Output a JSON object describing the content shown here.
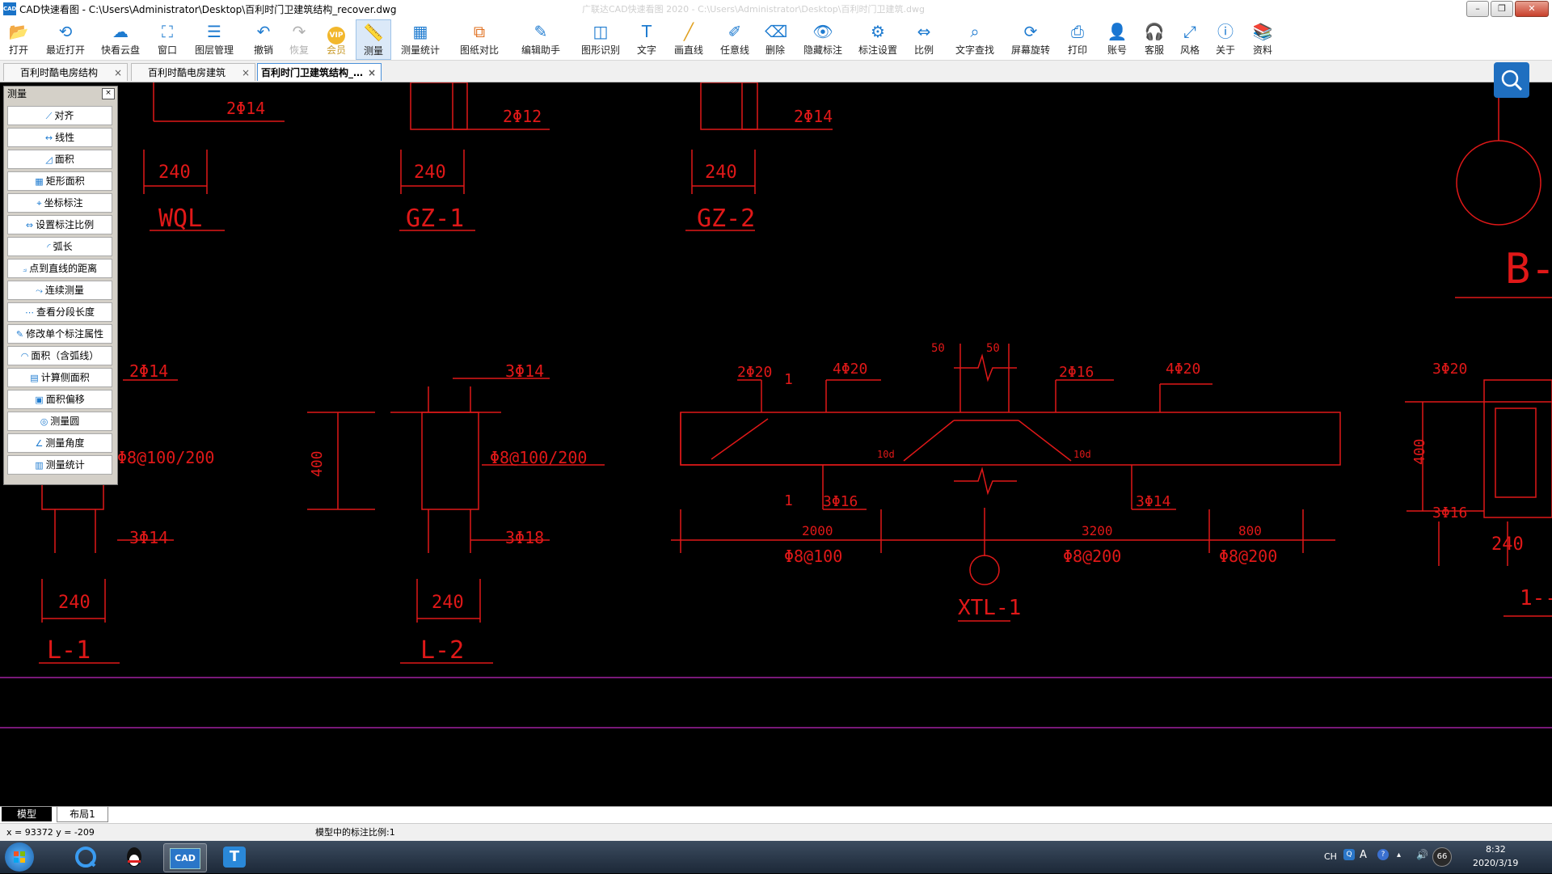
{
  "window": {
    "title": "CAD快速看图 - C:\\Users\\Administrator\\Desktop\\百利时门卫建筑结构_recover.dwg",
    "icon_text": "CAD",
    "faded_title": "广联达CAD快速看图 2020 - C:\\Users\\Administrator\\Desktop\\百利时门卫建筑.dwg"
  },
  "toolbar": [
    {
      "label": "打开",
      "icon": "folder-open-icon"
    },
    {
      "label": "最近打开",
      "icon": "recent-icon"
    },
    {
      "label": "快看云盘",
      "icon": "cloud-icon"
    },
    {
      "label": "窗口",
      "icon": "window-icon"
    },
    {
      "label": "图层管理",
      "icon": "layers-icon"
    },
    {
      "label": "撤销",
      "icon": "undo-icon"
    },
    {
      "label": "恢复",
      "icon": "redo-icon"
    },
    {
      "label": "会员",
      "icon": "vip-icon",
      "badge": "VIP"
    },
    {
      "label": "测量",
      "icon": "measure-icon"
    },
    {
      "label": "测量统计",
      "icon": "measure-stats-icon"
    },
    {
      "label": "图纸对比",
      "icon": "compare-icon"
    },
    {
      "label": "编辑助手",
      "icon": "edit-helper-icon"
    },
    {
      "label": "图形识别",
      "icon": "shape-recognize-icon"
    },
    {
      "label": "文字",
      "icon": "text-icon"
    },
    {
      "label": "画直线",
      "icon": "line-icon"
    },
    {
      "label": "任意线",
      "icon": "freehand-icon"
    },
    {
      "label": "删除",
      "icon": "eraser-icon"
    },
    {
      "label": "隐藏标注",
      "icon": "hide-annotation-icon"
    },
    {
      "label": "标注设置",
      "icon": "annotation-settings-icon"
    },
    {
      "label": "比例",
      "icon": "scale-icon"
    },
    {
      "label": "文字查找",
      "icon": "text-search-icon"
    },
    {
      "label": "屏幕旋转",
      "icon": "rotate-screen-icon"
    },
    {
      "label": "打印",
      "icon": "printer-icon"
    },
    {
      "label": "账号",
      "icon": "account-icon"
    },
    {
      "label": "客服",
      "icon": "headset-icon"
    },
    {
      "label": "风格",
      "icon": "style-icon"
    },
    {
      "label": "关于",
      "icon": "info-icon"
    },
    {
      "label": "资料",
      "icon": "resources-icon"
    }
  ],
  "tabs": [
    {
      "label": "百利时酷电房结构",
      "close": "×"
    },
    {
      "label": "百利时酷电房建筑",
      "close": "×"
    },
    {
      "label": "百利时门卫建筑结构_…",
      "close": "×"
    }
  ],
  "measure_panel": {
    "title": "测量",
    "close": "×",
    "items": [
      "对齐",
      "线性",
      "面积",
      "矩形面积",
      "坐标标注",
      "设置标注比例",
      "弧长",
      "点到直线的距离",
      "连续测量",
      "查看分段长度",
      "修改单个标注属性",
      "面积（含弧线）",
      "计算侧面积",
      "面积偏移",
      "测量圆",
      "测量角度",
      "测量统计"
    ]
  },
  "drawing": {
    "labels": {
      "wql": "WQL",
      "gz1": "GZ-1",
      "gz2": "GZ-2",
      "l1": "L-1",
      "l2": "L-2",
      "xtl1": "XTL-1",
      "b": "B-",
      "one": "1--",
      "d240": "240",
      "d400": "400",
      "d2000": "2000",
      "d3200": "3200",
      "d800": "800",
      "d50": "50",
      "d10d": "10d",
      "n1": "1",
      "r2p14": "2Φ14",
      "r2p12": "2Φ12",
      "r3p14": "3Φ14",
      "r3p18": "3Φ18",
      "r2p20": "2Φ20",
      "r4p20": "4Φ20",
      "r2p16": "2Φ16",
      "r3p16": "3Φ16",
      "r3p20": "3Φ20",
      "s100200": "Φ8@100/200",
      "s8100": "Φ8@100",
      "s8200": "Φ8@200"
    }
  },
  "layout_tabs": [
    "模型",
    "布局1"
  ],
  "status": {
    "coords": "x = 93372  y = -209",
    "scale_text": "模型中的标注比例:1"
  },
  "taskbar": {
    "apps": [
      {
        "name": "browser"
      },
      {
        "name": "qq"
      },
      {
        "name": "cad-viewer",
        "text": "CAD"
      },
      {
        "name": "app-t",
        "text": "T"
      }
    ],
    "tray": {
      "lang": "CH",
      "time": "8:32",
      "date": "2020/3/19",
      "badge": "66"
    }
  },
  "colors": {
    "drawing_red": "#e01818",
    "magenta": "#a020a0",
    "accent": "#1e7bd0"
  }
}
